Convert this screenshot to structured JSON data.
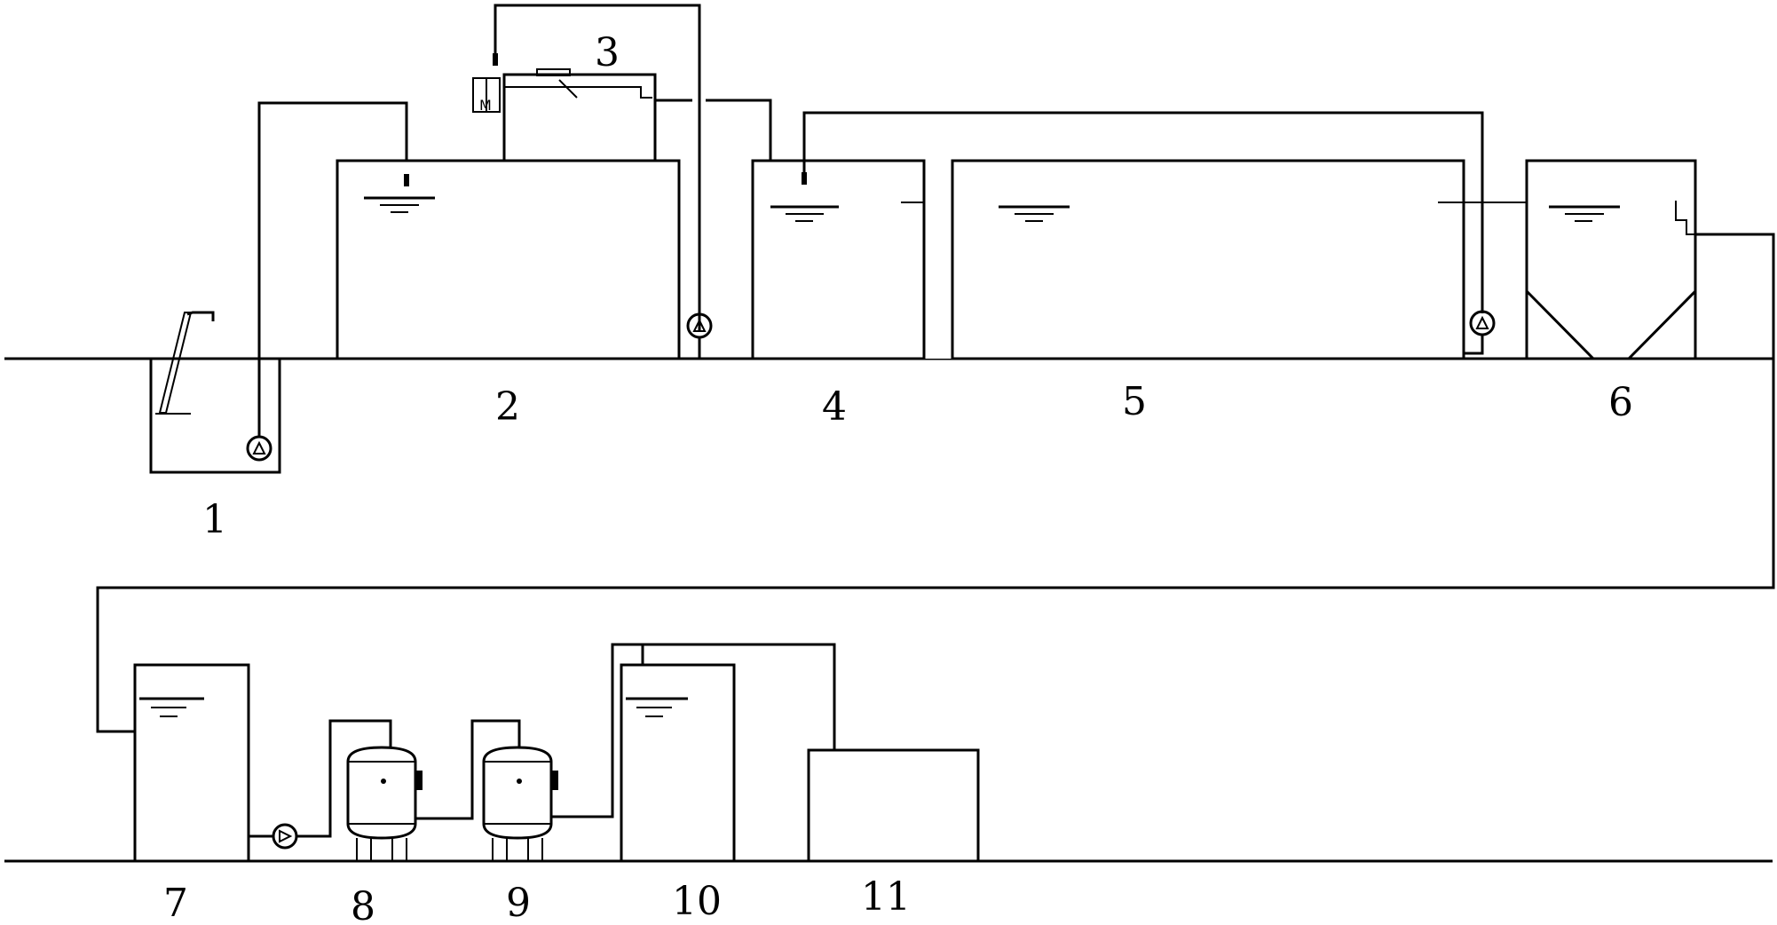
{
  "labels": {
    "u1": "1",
    "u2": "2",
    "u3": "3",
    "u4": "4",
    "u5": "5",
    "u6": "6",
    "u7": "7",
    "u8": "8",
    "u9": "9",
    "u10": "10",
    "u11": "11"
  }
}
